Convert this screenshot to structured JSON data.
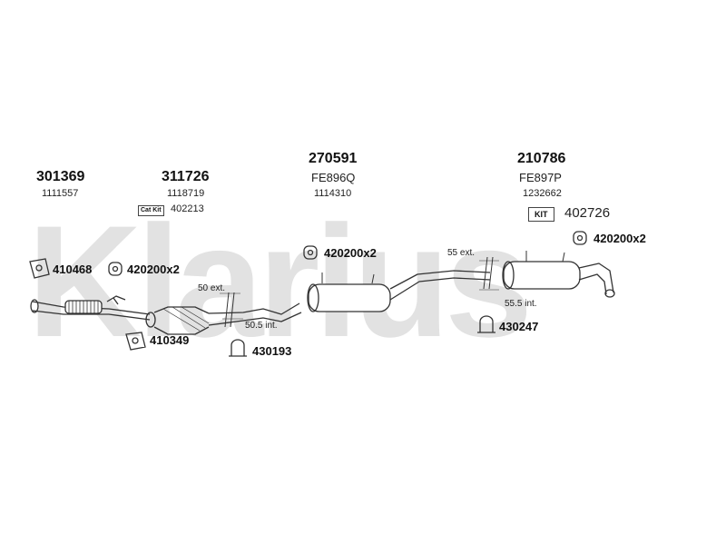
{
  "brand": {
    "watermark_text": "Klarius",
    "watermark_color": "#e0e0e0"
  },
  "sections": [
    {
      "part_number": "301369",
      "reference": "1111557"
    },
    {
      "part_number": "311726",
      "reference": "1118719",
      "cat_kit_label": "Cat Kit",
      "cat_kit_code": "402213"
    },
    {
      "part_number": "270591",
      "type_code": "FE896Q",
      "reference": "1114310"
    },
    {
      "part_number": "210786",
      "type_code": "FE897P",
      "reference": "1232662",
      "kit_label": "KIT",
      "kit_code": "402726"
    }
  ],
  "fittings": [
    {
      "icon": "gasket-icon",
      "label": "410468"
    },
    {
      "icon": "rubber-mount-icon",
      "label": "420200x2"
    },
    {
      "icon": "gasket-icon",
      "label": "410349"
    },
    {
      "icon": "clamp-icon",
      "label": "430193"
    },
    {
      "icon": "rubber-mount-icon",
      "label": "420200x2"
    },
    {
      "icon": "rubber-mount-icon",
      "label": "420200x2"
    },
    {
      "icon": "clamp-icon",
      "label": "430247"
    }
  ],
  "dimensions": {
    "joint1_ext": "50 ext.",
    "joint1_int": "50.5 int.",
    "joint2_ext": "55 ext.",
    "joint2_int": "55.5 int."
  }
}
